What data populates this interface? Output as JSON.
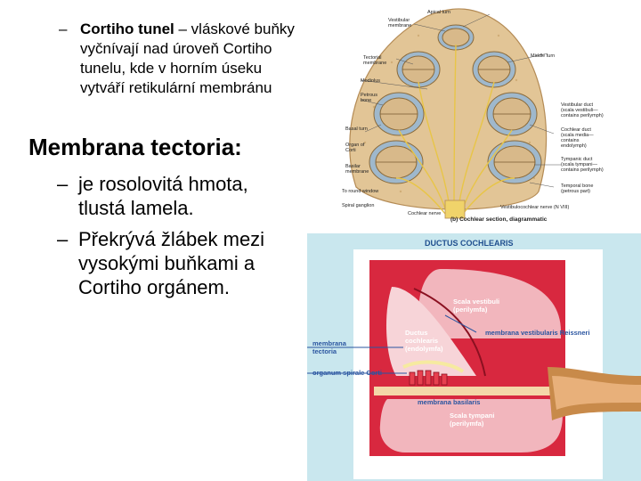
{
  "bullet1": {
    "dash": "–",
    "bold_text": "Cortiho tunel",
    "rest_text": " – vláskové buňky vyčnívají nad úroveň Cortiho tunelu, kde v horním úseku vytváří retikulární membránu"
  },
  "heading": "Membrana tectoria:",
  "sub_bullets": [
    {
      "dash": "–",
      "text": "je rosolovitá hmota, tlustá lamela."
    },
    {
      "dash": "–",
      "text": "Překrývá žlábek mezi vysokými buňkami a Cortiho orgánem."
    }
  ],
  "top_diagram": {
    "labels": {
      "apical_turn": "Apical turn",
      "vestibular_membrane": "Vestibular\nmembrane",
      "tectorial_membrane": "Tectorial\nmembrane",
      "middle_turn": "Middle turn",
      "modiolus": "Modiolus",
      "vestibular_duct": "Vestibular duct\n(scala vestibuli—\ncontains perilymph)",
      "cochlear_duct": "Cochlear duct\n(scala media—\ncontains\nendolymph)",
      "petrous_bone": "Petrous\nbone",
      "basal_turn": "Basal turn",
      "organ_of_corti": "Organ of\nCorti",
      "tympanic_duct": "Tympanic duct\n(scala tympani—\ncontains perilymph)",
      "basilar_membrane": "Basilar\nmembrane",
      "round_window": "To round window",
      "temporal_bone": "Temporal bone\n(petrous part)",
      "spiral_ganglion": "Spiral ganglion",
      "cochlear_nerve": "Cochlear nerve",
      "vestibulocochlear_nerve": "Vestibulocochlear nerve (N VIII)"
    },
    "caption": "(b) Cochlear section, diagrammatic"
  },
  "bottom_diagram": {
    "title": "DUCTUS COCHLEARIS",
    "scala_vestibuli": "Scala vestibuli\n(perilymfa)",
    "membrana_vestibularis": "membrana vestibularis Reissneri",
    "ductus_cochlearis": "Ductus\ncochlearis\n(endolymfa)",
    "membrana_tectoria": "membrana\ntectoria",
    "organum_spirale": "organum spirale Corti",
    "membrana_basilaris": "membrana basilaris",
    "scala_tympani": "Scala tympani\n(perilymfa)"
  },
  "colors": {
    "bone": "#e2c596",
    "duct_blue": "#9fb8cc",
    "membrane_red": "#c8203a",
    "bottom_bg": "#c9e7ee",
    "label_blue": "#2a55a0"
  }
}
